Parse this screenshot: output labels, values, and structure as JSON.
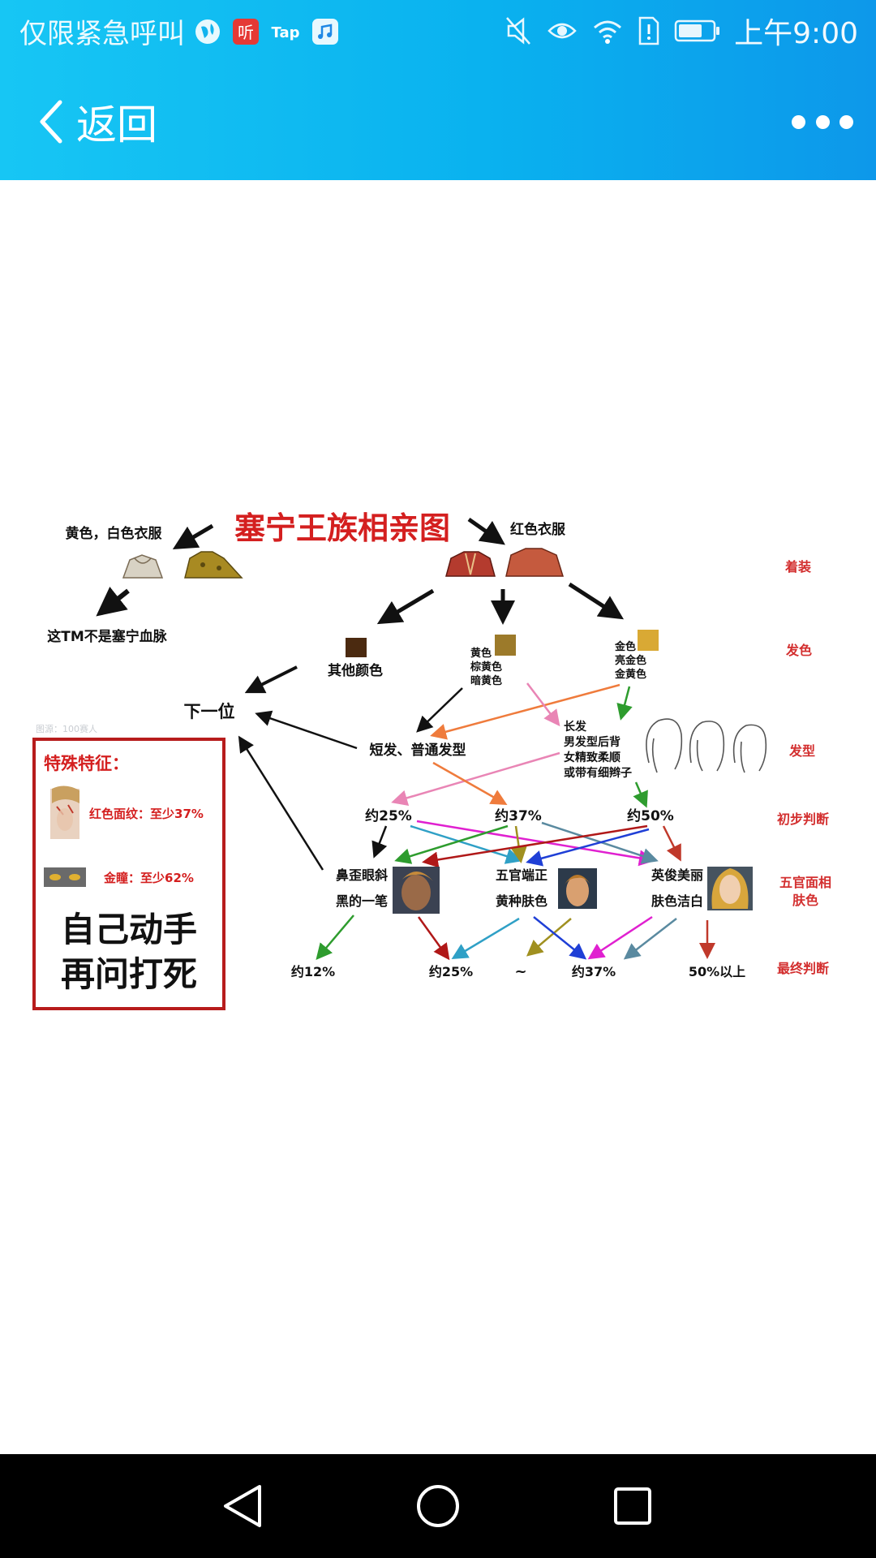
{
  "status_bar": {
    "carrier": "仅限紧急呼叫",
    "app_icons": [
      "globe-icon",
      "ting-app-icon",
      "taptap-app-icon",
      "music-app-icon"
    ],
    "tap_label": "Tap",
    "ting_label": "听",
    "time": "上午9:00",
    "indicators": [
      "mute-icon",
      "eye-icon",
      "wifi-icon",
      "sim-alert-icon",
      "battery-icon"
    ]
  },
  "nav": {
    "back_label": "返回",
    "more_icon": "more-dots-icon"
  },
  "chart": {
    "title": "塞宁王族相亲图",
    "clothes_left": "黄色，白色衣服",
    "clothes_right": "红色衣服",
    "not_bloodline": "这TM不是塞宁血脉",
    "other_color": "其他颜色",
    "hair_yellow": [
      "黄色",
      "棕黄色",
      "暗黄色"
    ],
    "hair_gold": [
      "金色",
      "亮金色",
      "金黄色"
    ],
    "next_one": "下一位",
    "short_hair": "短发、普通发型",
    "long_hair": [
      "长发",
      "男发型后背",
      "女精致柔顺",
      "或带有细辫子"
    ],
    "watermark": "图源：100赛人",
    "prelim": [
      "约25%",
      "约37%",
      "约50%"
    ],
    "face_a": [
      "鼻歪眼斜",
      "黑的一笔"
    ],
    "face_b": [
      "五官端正",
      "黄种肤色"
    ],
    "face_c": [
      "英俊美丽",
      "肤色洁白"
    ],
    "final": [
      "约12%",
      "约25%",
      "~",
      "约37%",
      "50%以上"
    ],
    "side_labels": [
      "着装",
      "发色",
      "发型",
      "初步判断",
      "五官面相",
      "肤色",
      "最终判断"
    ],
    "special_title": "特殊特征：",
    "special_red": "红色面纹：至少37%",
    "special_gold": "金瞳：至少62%",
    "slogan_line1": "自己动手",
    "slogan_line2": "再问打死"
  },
  "colors": {
    "header_start": "#17c6f4",
    "header_end": "#0d98ea",
    "title_red": "#d41f1f",
    "box_border": "#b71c1c",
    "side_label": "#d32f2f"
  },
  "bottom_nav": {
    "back_icon": "nav-back-triangle-icon",
    "home_icon": "nav-home-circle-icon",
    "recent_icon": "nav-recent-square-icon"
  }
}
